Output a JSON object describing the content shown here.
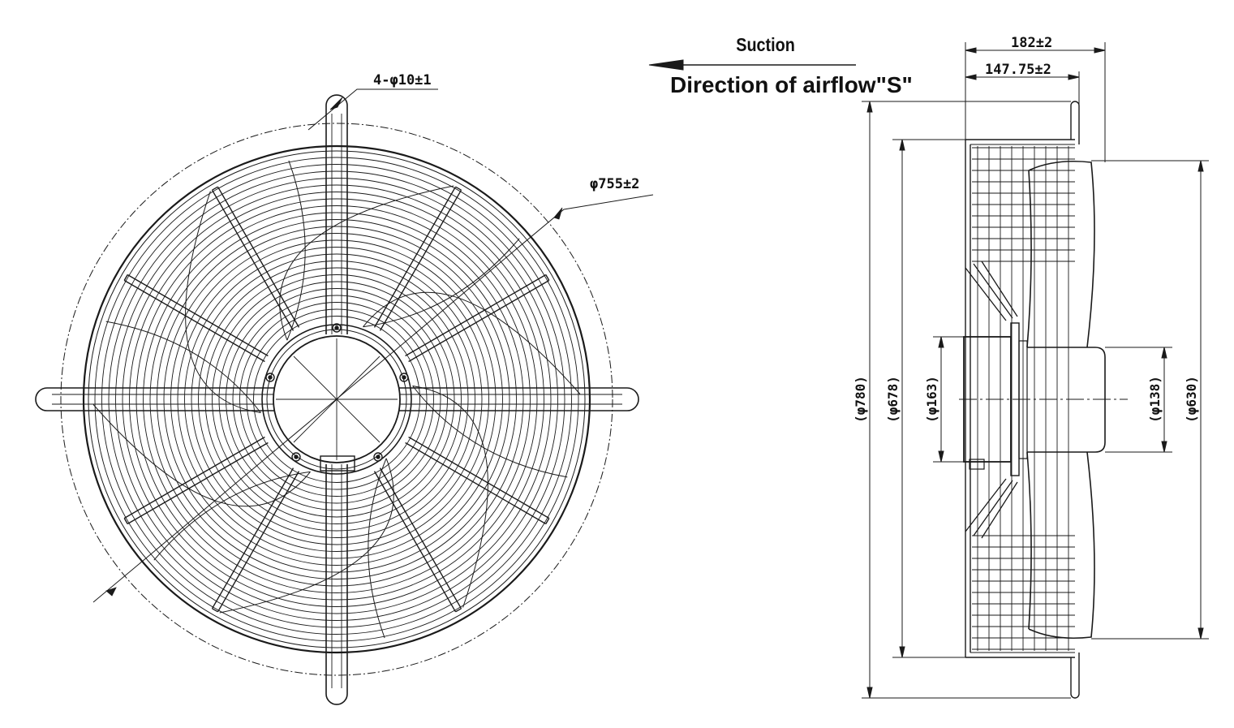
{
  "front_view": {
    "mount_holes_label": "4-φ10±1",
    "pcd_label": "φ755±2"
  },
  "airflow": {
    "suction_label": "Suction",
    "direction_label": "Direction of airflow\"S\""
  },
  "side_view": {
    "depth_total_label": "182±2",
    "depth_inner_label": "147.75±2",
    "dia_780_label": "(φ780)",
    "dia_678_label": "(φ678)",
    "dia_163_label": "(φ163)",
    "dia_138_label": "(φ138)",
    "dia_630_label": "(φ630)"
  },
  "colors": {
    "line": "#1a1a1a",
    "paper": "#ffffff"
  }
}
